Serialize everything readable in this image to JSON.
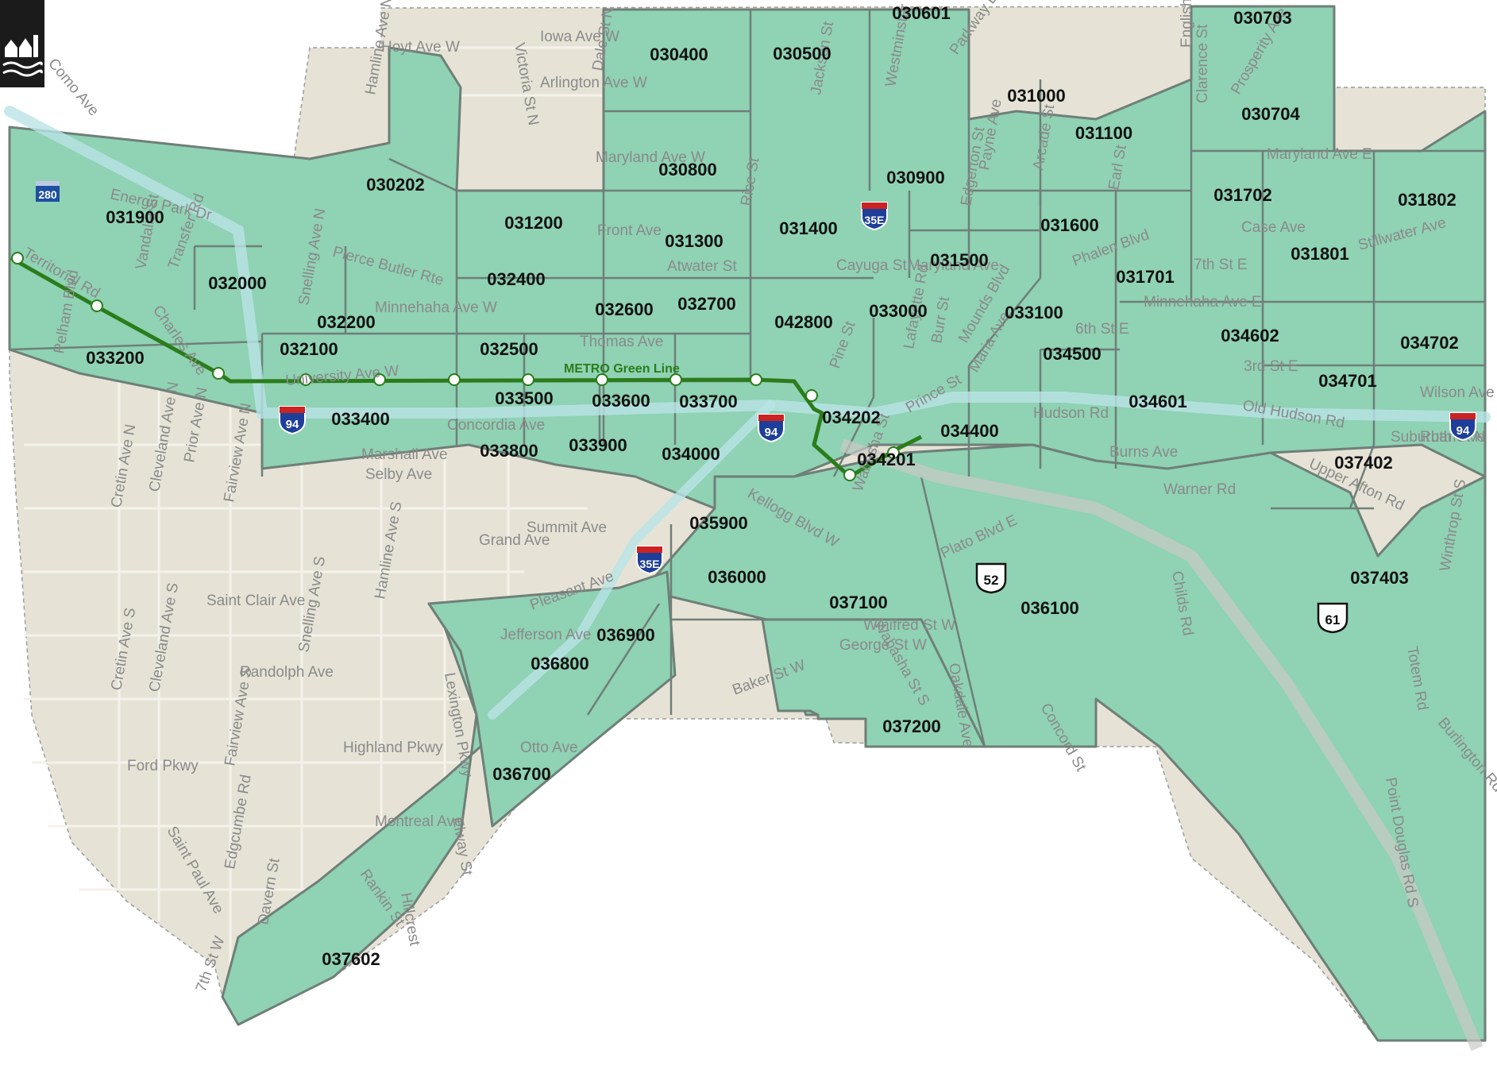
{
  "colors": {
    "background": "#ffffff",
    "base_land": "#e6e3d6",
    "city_area": "#efece2",
    "tract_fill": "#8fd2b4",
    "tract_border": "#6f7f78",
    "freeway": "#b9e3e6",
    "green_line": "#2a7d1a",
    "label": "#111111",
    "street_label": "#8a8a8a"
  },
  "map": {
    "logo_icon": "city-seal-icon",
    "green_line_label": "METRO Green Line",
    "tracts": [
      "030703",
      "030601",
      "030400",
      "030500",
      "031000",
      "030704",
      "031100",
      "030202",
      "030800",
      "030900",
      "031702",
      "031802",
      "031900",
      "031200",
      "031400",
      "031300",
      "031600",
      "031500",
      "031801",
      "032000",
      "032400",
      "031701",
      "033000",
      "032700",
      "032600",
      "032200",
      "042800",
      "033100",
      "034602",
      "034702",
      "032100",
      "032500",
      "033200",
      "034500",
      "034701",
      "033500",
      "033600",
      "033700",
      "033400",
      "034202",
      "034601",
      "034400",
      "033800",
      "033900",
      "034000",
      "034201",
      "037402",
      "035900",
      "036000",
      "037403",
      "036100",
      "037100",
      "036900",
      "036800",
      "037200",
      "036700",
      "037602"
    ],
    "streets": [
      "Iowa Ave W",
      "Hoyt Ave W",
      "Como Ave",
      "Victoria St N",
      "Dale St N",
      "Arlington Ave W",
      "Jackson St",
      "Westminster St",
      "Parkway Dr",
      "English St",
      "Prosperity Ave",
      "Clarence St",
      "Maryland Ave W",
      "Maryland Ave E",
      "Hamline Ave N",
      "Energy Park Dr",
      "Rice St",
      "Payne Ave",
      "Arcade St",
      "Earl St",
      "Edgerton St",
      "Front Ave",
      "Atwater St",
      "Case Ave",
      "Stillwater Ave",
      "Territorial Rd",
      "Vandalia St",
      "Transfer Rd",
      "Pierce Butler Rte",
      "Snelling Ave N",
      "Cayuga St",
      "Maryland Ave",
      "Phalen Blvd",
      "7th St E",
      "Minnehaha Ave W",
      "Minnehaha Ave E",
      "Thomas Ave",
      "Pelham Blvd",
      "Charles Ave",
      "Lafayette Rd",
      "Burr St",
      "Mounds Blvd",
      "6th St E",
      "3rd St E",
      "University Ave W",
      "Pine St",
      "Maria Ave",
      "Wilson Ave",
      "Hudson Rd",
      "Old Hudson Rd",
      "Concordia Ave",
      "Prince St",
      "Ruth St N",
      "Marshall Ave",
      "Selby Ave",
      "Suburban Ave",
      "Burns Ave",
      "Upper Afton Rd",
      "Cretin Ave N",
      "Cleveland Ave N",
      "Fairview Ave N",
      "Prior Ave N",
      "Kellogg Blvd W",
      "Wabasha St",
      "Warner Rd",
      "Summit Ave",
      "Grand Ave",
      "Plato Blvd E",
      "Childs Rd",
      "Winthrop St S",
      "Saint Clair Ave",
      "Hamline Ave S",
      "Pleasant Ave",
      "Cretin Ave S",
      "Cleveland Ave S",
      "Snelling Ave S",
      "Jefferson Ave",
      "Wabasha St S",
      "Winifred St W",
      "George St W",
      "Randolph Ave",
      "Lexington Pkwy",
      "Oakdale Ave",
      "Totem Rd",
      "Baker St W",
      "Concord St",
      "Burlington Rd",
      "Point Douglas Rd S",
      "Highland Pkwy",
      "Otto Ave",
      "Ford Pkwy",
      "Fairview Ave S",
      "Saint Paul Ave",
      "Montreal Ave",
      "Elway St",
      "Edgcumbe Rd",
      "Hillcrest",
      "Rankin St",
      "Davern St",
      "7th St W"
    ],
    "shields": [
      {
        "type": "interstate",
        "label": "280",
        "name": "interstate-280-shield-icon"
      },
      {
        "type": "interstate",
        "label": "35E",
        "name": "interstate-35e-shield-icon"
      },
      {
        "type": "interstate",
        "label": "94",
        "name": "interstate-94-shield-icon"
      },
      {
        "type": "us-highway",
        "label": "52",
        "name": "us-52-shield-icon"
      },
      {
        "type": "us-highway",
        "label": "61",
        "name": "us-61-shield-icon"
      }
    ]
  }
}
